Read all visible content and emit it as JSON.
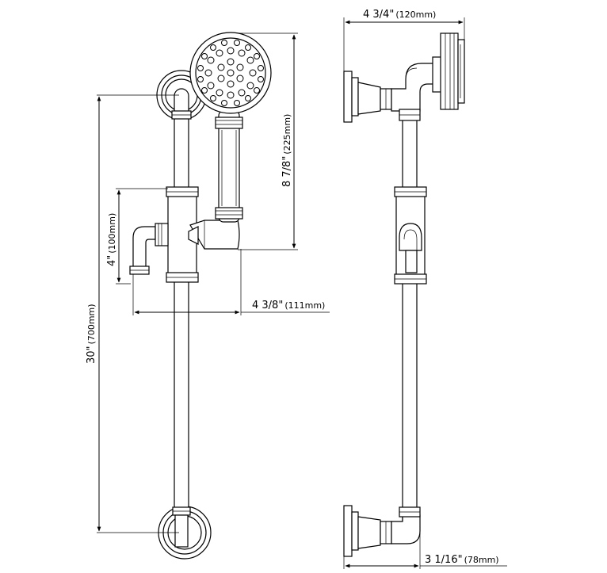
{
  "dimensions": {
    "top_width": {
      "imperial": "4 3/4\"",
      "metric": "(120mm)"
    },
    "bar_length": {
      "imperial": "30\"",
      "metric": "(700mm)"
    },
    "elbow_height": {
      "imperial": "4\"",
      "metric": "(100mm)"
    },
    "handshower_height": {
      "imperial": "8 7/8\"",
      "metric": "(225mm)"
    },
    "projection": {
      "imperial": "4 3/8\"",
      "metric": "(111mm)"
    },
    "wall_depth": {
      "imperial": "3 1/16\"",
      "metric": "(78mm)"
    }
  }
}
